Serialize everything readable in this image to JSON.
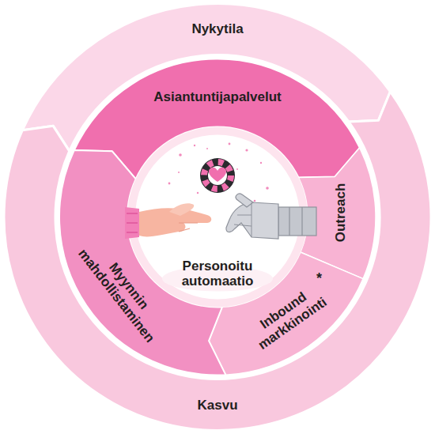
{
  "diagram": {
    "nodes": [
      {
        "text": [
          "Nykytila"
        ]
      },
      {
        "text": [
          "Asiantuntijapalvelut"
        ]
      },
      {
        "text": [
          "Outreach"
        ]
      },
      {
        "text": [
          "Inbound markkinointi"
        ]
      },
      {
        "text": [
          "Myynnin mahdollistaminen"
        ]
      },
      {
        "text": [
          "Personoitu automaatio"
        ]
      },
      {
        "text": [
          "Kasvu"
        ]
      }
    ],
    "labels": [
      "*"
    ]
  }
}
